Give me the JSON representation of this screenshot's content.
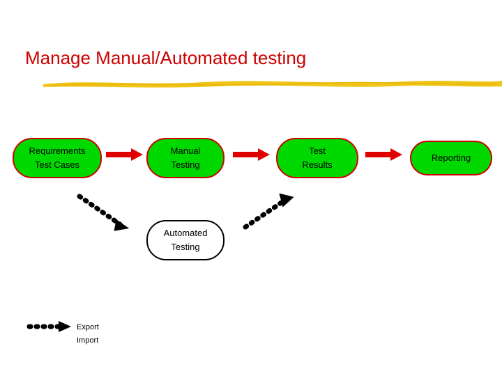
{
  "slide": {
    "title": "Manage Manual/Automated testing",
    "title_color": "#cc0000",
    "rule_color": "#f0c419",
    "background": "#ffffff"
  },
  "diagram": {
    "node_fill": "#00d900",
    "node_border": "#cc0000",
    "arrow_color": "#e00000",
    "dotted_color": "#000000",
    "nodes": [
      {
        "id": "requirements",
        "line1": "Requirements",
        "line2": "Test Cases",
        "style": "green"
      },
      {
        "id": "manual-testing",
        "line1": "Manual",
        "line2": "Testing",
        "style": "green"
      },
      {
        "id": "test-results",
        "line1": "Test",
        "line2": "Results",
        "style": "green"
      },
      {
        "id": "reporting",
        "line1": "Reporting",
        "line2": "",
        "style": "green"
      },
      {
        "id": "automated-testing",
        "line1": "Automated",
        "line2": "Testing",
        "style": "white"
      }
    ],
    "connectors": [
      {
        "id": "requirements-to-manual",
        "type": "solid-arrow"
      },
      {
        "id": "manual-to-results",
        "type": "solid-arrow"
      },
      {
        "id": "results-to-reporting",
        "type": "solid-arrow"
      },
      {
        "id": "requirements-to-automated",
        "type": "dotted-arrow"
      },
      {
        "id": "automated-to-results",
        "type": "dotted-arrow"
      }
    ]
  },
  "legend": {
    "line1": "Export",
    "line2": "Import",
    "marker": "dotted-arrow"
  }
}
